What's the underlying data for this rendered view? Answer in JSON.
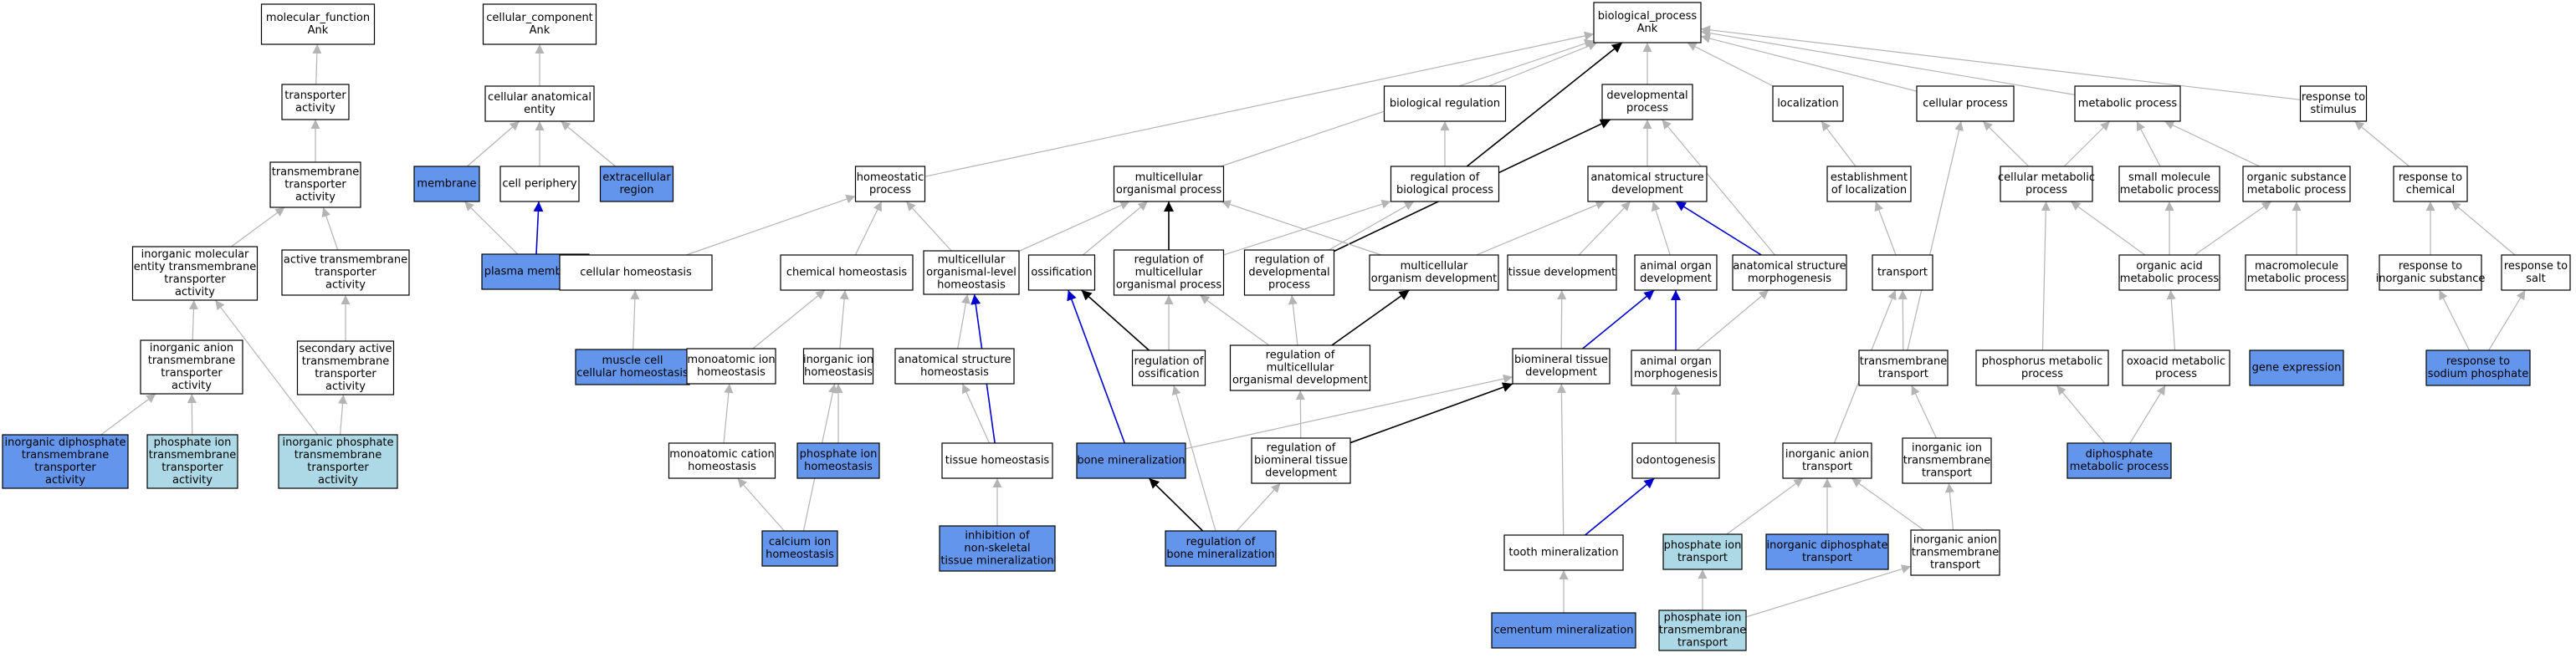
{
  "colors": {
    "plain": "#ffffff",
    "dark": "#6495ed",
    "light": "#add8e6",
    "edge_gray": "#b4b4b4",
    "edge_black": "#000000",
    "edge_blue": "#0000cd"
  },
  "nodes": [
    {
      "id": "mf",
      "lines": [
        "molecular_function",
        "Ank"
      ],
      "fill": "plain"
    },
    {
      "id": "ta",
      "lines": [
        "transporter",
        "activity"
      ],
      "fill": "plain"
    },
    {
      "id": "tta",
      "lines": [
        "transmembrane",
        "transporter",
        "activity"
      ],
      "fill": "plain"
    },
    {
      "id": "imetta",
      "lines": [
        "inorganic molecular",
        "entity transmembrane",
        "transporter",
        "activity"
      ],
      "fill": "plain"
    },
    {
      "id": "atta",
      "lines": [
        "active transmembrane",
        "transporter",
        "activity"
      ],
      "fill": "plain"
    },
    {
      "id": "iata",
      "lines": [
        "inorganic anion",
        "transmembrane",
        "transporter",
        "activity"
      ],
      "fill": "plain"
    },
    {
      "id": "satta",
      "lines": [
        "secondary active",
        "transmembrane",
        "transporter",
        "activity"
      ],
      "fill": "plain"
    },
    {
      "id": "idptta",
      "lines": [
        "inorganic diphosphate",
        "transmembrane",
        "transporter",
        "activity"
      ],
      "fill": "dark"
    },
    {
      "id": "pitta",
      "lines": [
        "phosphate ion",
        "transmembrane",
        "transporter",
        "activity"
      ],
      "fill": "light"
    },
    {
      "id": "iptta",
      "lines": [
        "inorganic phosphate",
        "transmembrane",
        "transporter",
        "activity"
      ],
      "fill": "light"
    },
    {
      "id": "cc",
      "lines": [
        "cellular_component",
        "Ank"
      ],
      "fill": "plain"
    },
    {
      "id": "cae",
      "lines": [
        "cellular anatomical",
        "entity"
      ],
      "fill": "plain"
    },
    {
      "id": "membrane",
      "lines": [
        "membrane"
      ],
      "fill": "dark"
    },
    {
      "id": "cp",
      "lines": [
        "cell periphery"
      ],
      "fill": "plain"
    },
    {
      "id": "er",
      "lines": [
        "extracellular",
        "region"
      ],
      "fill": "dark"
    },
    {
      "id": "pm",
      "lines": [
        "plasma membrane"
      ],
      "fill": "dark"
    },
    {
      "id": "bp",
      "lines": [
        "biological_process",
        "Ank"
      ],
      "fill": "plain"
    },
    {
      "id": "br",
      "lines": [
        "biological regulation"
      ],
      "fill": "plain"
    },
    {
      "id": "dp",
      "lines": [
        "developmental",
        "process"
      ],
      "fill": "plain"
    },
    {
      "id": "loc",
      "lines": [
        "localization"
      ],
      "fill": "plain"
    },
    {
      "id": "cellp",
      "lines": [
        "cellular process"
      ],
      "fill": "plain"
    },
    {
      "id": "mp",
      "lines": [
        "metabolic process"
      ],
      "fill": "plain"
    },
    {
      "id": "rts",
      "lines": [
        "response to",
        "stimulus"
      ],
      "fill": "plain"
    },
    {
      "id": "hp",
      "lines": [
        "homeostatic",
        "process"
      ],
      "fill": "plain"
    },
    {
      "id": "mop",
      "lines": [
        "multicellular",
        "organismal process"
      ],
      "fill": "plain"
    },
    {
      "id": "rbp",
      "lines": [
        "regulation of",
        "biological process"
      ],
      "fill": "plain"
    },
    {
      "id": "asd",
      "lines": [
        "anatomical structure",
        "development"
      ],
      "fill": "plain"
    },
    {
      "id": "eol",
      "lines": [
        "establishment",
        "of localization"
      ],
      "fill": "plain"
    },
    {
      "id": "cmp",
      "lines": [
        "cellular metabolic",
        "process"
      ],
      "fill": "plain"
    },
    {
      "id": "smmp",
      "lines": [
        "small molecule",
        "metabolic process"
      ],
      "fill": "plain"
    },
    {
      "id": "osmp",
      "lines": [
        "organic substance",
        "metabolic process"
      ],
      "fill": "plain"
    },
    {
      "id": "rtc",
      "lines": [
        "response to",
        "chemical"
      ],
      "fill": "plain"
    },
    {
      "id": "ch",
      "lines": [
        "cellular homeostasis"
      ],
      "fill": "plain"
    },
    {
      "id": "chemh",
      "lines": [
        "chemical homeostasis"
      ],
      "fill": "plain"
    },
    {
      "id": "mlh",
      "lines": [
        "multicellular",
        "organismal-level",
        "homeostasis"
      ],
      "fill": "plain"
    },
    {
      "id": "oss",
      "lines": [
        "ossification"
      ],
      "fill": "plain"
    },
    {
      "id": "rmop",
      "lines": [
        "regulation of",
        "multicellular",
        "organismal process"
      ],
      "fill": "plain"
    },
    {
      "id": "rdp",
      "lines": [
        "regulation of",
        "developmental",
        "process"
      ],
      "fill": "plain"
    },
    {
      "id": "mod",
      "lines": [
        "multicellular",
        "organism development"
      ],
      "fill": "plain"
    },
    {
      "id": "td",
      "lines": [
        "tissue development"
      ],
      "fill": "plain"
    },
    {
      "id": "aod",
      "lines": [
        "animal organ",
        "development"
      ],
      "fill": "plain"
    },
    {
      "id": "asm",
      "lines": [
        "anatomical structure",
        "morphogenesis"
      ],
      "fill": "plain"
    },
    {
      "id": "transport",
      "lines": [
        "transport"
      ],
      "fill": "plain"
    },
    {
      "id": "oamp",
      "lines": [
        "organic acid",
        "metabolic process"
      ],
      "fill": "plain"
    },
    {
      "id": "mmp",
      "lines": [
        "macromolecule",
        "metabolic process"
      ],
      "fill": "plain"
    },
    {
      "id": "rtis",
      "lines": [
        "response to",
        "inorganic substance"
      ],
      "fill": "plain"
    },
    {
      "id": "rtsalt",
      "lines": [
        "response to",
        "salt"
      ],
      "fill": "plain"
    },
    {
      "id": "mcch",
      "lines": [
        "muscle cell",
        "cellular homeostasis"
      ],
      "fill": "dark"
    },
    {
      "id": "mih",
      "lines": [
        "monoatomic ion",
        "homeostasis"
      ],
      "fill": "plain"
    },
    {
      "id": "iih",
      "lines": [
        "inorganic ion",
        "homeostasis"
      ],
      "fill": "plain"
    },
    {
      "id": "ash",
      "lines": [
        "anatomical structure",
        "homeostasis"
      ],
      "fill": "plain"
    },
    {
      "id": "rosn",
      "lines": [
        "regulation of",
        "ossification"
      ],
      "fill": "plain"
    },
    {
      "id": "rmod",
      "lines": [
        "regulation of",
        "multicellular",
        "organismal development"
      ],
      "fill": "plain"
    },
    {
      "id": "btd",
      "lines": [
        "biomineral tissue",
        "development"
      ],
      "fill": "plain"
    },
    {
      "id": "aom",
      "lines": [
        "animal organ",
        "morphogenesis"
      ],
      "fill": "plain"
    },
    {
      "id": "tmt",
      "lines": [
        "transmembrane",
        "transport"
      ],
      "fill": "plain"
    },
    {
      "id": "phmp",
      "lines": [
        "phosphorus metabolic",
        "process"
      ],
      "fill": "plain"
    },
    {
      "id": "oxmp",
      "lines": [
        "oxoacid metabolic",
        "process"
      ],
      "fill": "plain"
    },
    {
      "id": "ge",
      "lines": [
        "gene expression"
      ],
      "fill": "dark"
    },
    {
      "id": "rtsp",
      "lines": [
        "response to",
        "sodium phosphate"
      ],
      "fill": "dark"
    },
    {
      "id": "mch",
      "lines": [
        "monoatomic cation",
        "homeostasis"
      ],
      "fill": "plain"
    },
    {
      "id": "pih",
      "lines": [
        "phosphate ion",
        "homeostasis"
      ],
      "fill": "dark"
    },
    {
      "id": "tish",
      "lines": [
        "tissue homeostasis"
      ],
      "fill": "plain"
    },
    {
      "id": "bm",
      "lines": [
        "bone mineralization"
      ],
      "fill": "dark"
    },
    {
      "id": "rbtd",
      "lines": [
        "regulation of",
        "biomineral tissue",
        "development"
      ],
      "fill": "plain"
    },
    {
      "id": "odont",
      "lines": [
        "odontogenesis"
      ],
      "fill": "plain"
    },
    {
      "id": "iat",
      "lines": [
        "inorganic anion",
        "transport"
      ],
      "fill": "plain"
    },
    {
      "id": "iitt",
      "lines": [
        "inorganic ion",
        "transmembrane",
        "transport"
      ],
      "fill": "plain"
    },
    {
      "id": "dpmp",
      "lines": [
        "diphosphate",
        "metabolic process"
      ],
      "fill": "dark"
    },
    {
      "id": "cih",
      "lines": [
        "calcium ion",
        "homeostasis"
      ],
      "fill": "dark"
    },
    {
      "id": "inst",
      "lines": [
        "inhibition of",
        "non-skeletal",
        "tissue mineralization"
      ],
      "fill": "dark"
    },
    {
      "id": "rbm",
      "lines": [
        "regulation of",
        "bone mineralization"
      ],
      "fill": "dark"
    },
    {
      "id": "tm",
      "lines": [
        "tooth mineralization"
      ],
      "fill": "plain"
    },
    {
      "id": "pit",
      "lines": [
        "phosphate ion",
        "transport"
      ],
      "fill": "light"
    },
    {
      "id": "idpt",
      "lines": [
        "inorganic diphosphate",
        "transport"
      ],
      "fill": "dark"
    },
    {
      "id": "iatt",
      "lines": [
        "inorganic anion",
        "transmembrane",
        "transport"
      ],
      "fill": "plain"
    },
    {
      "id": "cm",
      "lines": [
        "cementum mineralization"
      ],
      "fill": "dark"
    },
    {
      "id": "pitt",
      "lines": [
        "phosphate ion",
        "transmembrane",
        "transport"
      ],
      "fill": "light"
    }
  ],
  "edges": [
    {
      "from": "ta",
      "to": "mf",
      "color": "edge_gray"
    },
    {
      "from": "tta",
      "to": "ta",
      "color": "edge_gray"
    },
    {
      "from": "imetta",
      "to": "tta",
      "color": "edge_gray"
    },
    {
      "from": "atta",
      "to": "tta",
      "color": "edge_gray"
    },
    {
      "from": "iata",
      "to": "imetta",
      "color": "edge_gray"
    },
    {
      "from": "satta",
      "to": "atta",
      "color": "edge_gray"
    },
    {
      "from": "idptta",
      "to": "iata",
      "color": "edge_gray"
    },
    {
      "from": "pitta",
      "to": "iata",
      "color": "edge_gray"
    },
    {
      "from": "iptta",
      "to": "imetta",
      "color": "edge_gray"
    },
    {
      "from": "iptta",
      "to": "satta",
      "color": "edge_gray"
    },
    {
      "from": "cae",
      "to": "cc",
      "color": "edge_gray"
    },
    {
      "from": "membrane",
      "to": "cae",
      "color": "edge_gray"
    },
    {
      "from": "cp",
      "to": "cae",
      "color": "edge_gray"
    },
    {
      "from": "er",
      "to": "cae",
      "color": "edge_gray"
    },
    {
      "from": "pm",
      "to": "membrane",
      "color": "edge_gray"
    },
    {
      "from": "pm",
      "to": "cp",
      "color": "edge_blue"
    },
    {
      "from": "br",
      "to": "bp",
      "color": "edge_gray"
    },
    {
      "from": "dp",
      "to": "bp",
      "color": "edge_gray"
    },
    {
      "from": "loc",
      "to": "bp",
      "color": "edge_gray"
    },
    {
      "from": "cellp",
      "to": "bp",
      "color": "edge_gray"
    },
    {
      "from": "mp",
      "to": "bp",
      "color": "edge_gray"
    },
    {
      "from": "rts",
      "to": "bp",
      "color": "edge_gray"
    },
    {
      "from": "hp",
      "to": "bp",
      "color": "edge_gray"
    },
    {
      "from": "mop",
      "to": "bp",
      "color": "edge_gray"
    },
    {
      "from": "rbp",
      "to": "bp",
      "color": "edge_black"
    },
    {
      "from": "rbp",
      "to": "br",
      "color": "edge_gray"
    },
    {
      "from": "asd",
      "to": "dp",
      "color": "edge_gray"
    },
    {
      "from": "asm",
      "to": "dp",
      "color": "edge_gray"
    },
    {
      "from": "rdp",
      "to": "dp",
      "color": "edge_black"
    },
    {
      "from": "eol",
      "to": "loc",
      "color": "edge_gray"
    },
    {
      "from": "cmp",
      "to": "cellp",
      "color": "edge_gray"
    },
    {
      "from": "tmt",
      "to": "cellp",
      "color": "edge_gray"
    },
    {
      "from": "cmp",
      "to": "mp",
      "color": "edge_gray"
    },
    {
      "from": "smmp",
      "to": "mp",
      "color": "edge_gray"
    },
    {
      "from": "osmp",
      "to": "mp",
      "color": "edge_gray"
    },
    {
      "from": "rtc",
      "to": "rts",
      "color": "edge_gray"
    },
    {
      "from": "ch",
      "to": "hp",
      "color": "edge_gray"
    },
    {
      "from": "chemh",
      "to": "hp",
      "color": "edge_gray"
    },
    {
      "from": "mlh",
      "to": "hp",
      "color": "edge_gray"
    },
    {
      "from": "mlh",
      "to": "mop",
      "color": "edge_gray"
    },
    {
      "from": "oss",
      "to": "mop",
      "color": "edge_gray"
    },
    {
      "from": "rmop",
      "to": "mop",
      "color": "edge_black"
    },
    {
      "from": "mod",
      "to": "mop",
      "color": "edge_gray"
    },
    {
      "from": "rmop",
      "to": "rbp",
      "color": "edge_gray"
    },
    {
      "from": "rdp",
      "to": "rbp",
      "color": "edge_gray"
    },
    {
      "from": "mod",
      "to": "asd",
      "color": "edge_gray"
    },
    {
      "from": "td",
      "to": "asd",
      "color": "edge_gray"
    },
    {
      "from": "aod",
      "to": "asd",
      "color": "edge_gray"
    },
    {
      "from": "asm",
      "to": "asd",
      "color": "edge_blue"
    },
    {
      "from": "transport",
      "to": "eol",
      "color": "edge_gray"
    },
    {
      "from": "oamp",
      "to": "cmp",
      "color": "edge_gray"
    },
    {
      "from": "phmp",
      "to": "cmp",
      "color": "edge_gray"
    },
    {
      "from": "oamp",
      "to": "smmp",
      "color": "edge_gray"
    },
    {
      "from": "oamp",
      "to": "osmp",
      "color": "edge_gray"
    },
    {
      "from": "mmp",
      "to": "osmp",
      "color": "edge_gray"
    },
    {
      "from": "rtis",
      "to": "rtc",
      "color": "edge_gray"
    },
    {
      "from": "rtsalt",
      "to": "rtc",
      "color": "edge_gray"
    },
    {
      "from": "mcch",
      "to": "ch",
      "color": "edge_gray"
    },
    {
      "from": "mih",
      "to": "chemh",
      "color": "edge_gray"
    },
    {
      "from": "iih",
      "to": "chemh",
      "color": "edge_gray"
    },
    {
      "from": "ash",
      "to": "mlh",
      "color": "edge_gray"
    },
    {
      "from": "tish",
      "to": "mlh",
      "color": "edge_blue"
    },
    {
      "from": "rosn",
      "to": "oss",
      "color": "edge_black"
    },
    {
      "from": "bm",
      "to": "oss",
      "color": "edge_blue"
    },
    {
      "from": "rosn",
      "to": "rmop",
      "color": "edge_gray"
    },
    {
      "from": "rmod",
      "to": "rmop",
      "color": "edge_gray"
    },
    {
      "from": "rmod",
      "to": "rdp",
      "color": "edge_gray"
    },
    {
      "from": "rmod",
      "to": "mod",
      "color": "edge_black"
    },
    {
      "from": "btd",
      "to": "td",
      "color": "edge_gray"
    },
    {
      "from": "btd",
      "to": "aod",
      "color": "edge_blue"
    },
    {
      "from": "aom",
      "to": "aod",
      "color": "edge_blue"
    },
    {
      "from": "aom",
      "to": "asm",
      "color": "edge_gray"
    },
    {
      "from": "tmt",
      "to": "transport",
      "color": "edge_gray"
    },
    {
      "from": "iat",
      "to": "transport",
      "color": "edge_gray"
    },
    {
      "from": "oxmp",
      "to": "oamp",
      "color": "edge_gray"
    },
    {
      "from": "rtsp",
      "to": "rtis",
      "color": "edge_gray"
    },
    {
      "from": "rtsp",
      "to": "rtsalt",
      "color": "edge_gray"
    },
    {
      "from": "mch",
      "to": "mih",
      "color": "edge_gray"
    },
    {
      "from": "pih",
      "to": "iih",
      "color": "edge_gray"
    },
    {
      "from": "cih",
      "to": "mch",
      "color": "edge_gray"
    },
    {
      "from": "cih",
      "to": "iih",
      "color": "edge_gray"
    },
    {
      "from": "tish",
      "to": "ash",
      "color": "edge_gray"
    },
    {
      "from": "rbm",
      "to": "rosn",
      "color": "edge_gray"
    },
    {
      "from": "rbtd",
      "to": "rmod",
      "color": "edge_gray"
    },
    {
      "from": "rbtd",
      "to": "btd",
      "color": "edge_black"
    },
    {
      "from": "bm",
      "to": "btd",
      "color": "edge_gray"
    },
    {
      "from": "tm",
      "to": "btd",
      "color": "edge_gray"
    },
    {
      "from": "odont",
      "to": "aom",
      "color": "edge_gray"
    },
    {
      "from": "iitt",
      "to": "tmt",
      "color": "edge_gray"
    },
    {
      "from": "dpmp",
      "to": "phmp",
      "color": "edge_gray"
    },
    {
      "from": "dpmp",
      "to": "oxmp",
      "color": "edge_gray"
    },
    {
      "from": "inst",
      "to": "tish",
      "color": "edge_gray"
    },
    {
      "from": "rbm",
      "to": "bm",
      "color": "edge_black"
    },
    {
      "from": "rbm",
      "to": "rbtd",
      "color": "edge_gray"
    },
    {
      "from": "tm",
      "to": "odont",
      "color": "edge_blue"
    },
    {
      "from": "pit",
      "to": "iat",
      "color": "edge_gray"
    },
    {
      "from": "idpt",
      "to": "iat",
      "color": "edge_gray"
    },
    {
      "from": "iatt",
      "to": "iat",
      "color": "edge_gray"
    },
    {
      "from": "iatt",
      "to": "iitt",
      "color": "edge_gray"
    },
    {
      "from": "cm",
      "to": "tm",
      "color": "edge_gray"
    },
    {
      "from": "pitt",
      "to": "pit",
      "color": "edge_gray"
    },
    {
      "from": "pitt",
      "to": "iatt",
      "color": "edge_gray"
    }
  ]
}
